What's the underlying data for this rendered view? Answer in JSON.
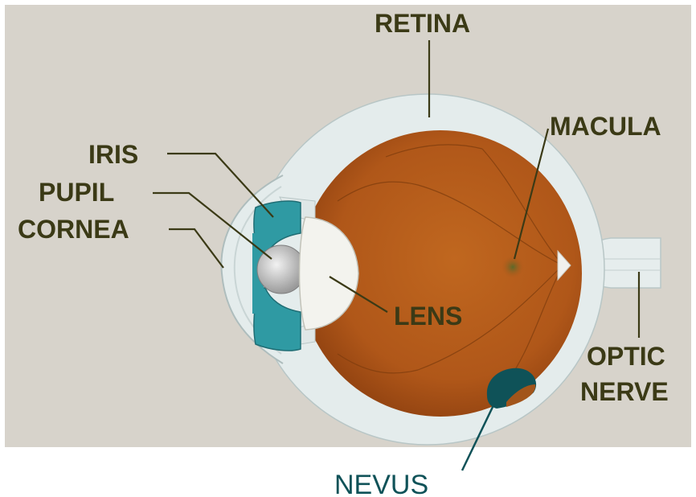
{
  "labels": {
    "retina": "RETINA",
    "macula": "MACULA",
    "iris": "IRIS",
    "pupil": "PUPIL",
    "cornea": "CORNEA",
    "lens": "LENS",
    "optic_nerve_line1": "OPTIC",
    "optic_nerve_line2": "NERVE",
    "nevus": "NEVUS"
  },
  "colors": {
    "background": "#d7d3cb",
    "sclera": "#e4ecec",
    "choroid": "#b35a1b",
    "iris": "#2f9aa3",
    "nevus": "#0f5258",
    "label_text": "#3b3a16",
    "nevus_text": "#0f5258"
  }
}
